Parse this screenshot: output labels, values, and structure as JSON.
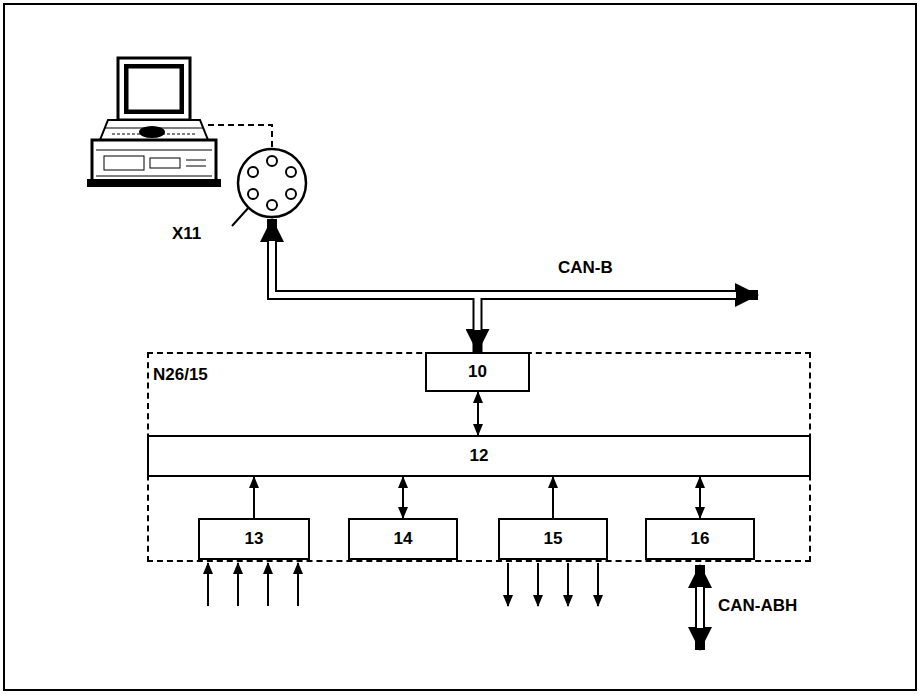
{
  "diagram": {
    "nodes": [
      {
        "text": [
          "X11"
        ]
      },
      {
        "text": [
          "N26/15"
        ]
      },
      {
        "text": [
          "10"
        ],
        "in": 1
      },
      {
        "text": [
          "12"
        ],
        "in": 1
      },
      {
        "text": [
          "13"
        ],
        "in": 1
      },
      {
        "text": [
          "14"
        ],
        "in": 1
      },
      {
        "text": [
          "15"
        ],
        "in": 1
      },
      {
        "text": [
          "16"
        ],
        "in": 1
      }
    ],
    "edges": [
      {
        "from": 0,
        "to": 2,
        "arrow": "both"
      },
      {
        "from": 2,
        "to": 3,
        "arrow": "both"
      },
      {
        "from": 4,
        "to": 3,
        "arrow": "to"
      },
      {
        "from": 5,
        "to": 3,
        "arrow": "both"
      },
      {
        "from": 6,
        "to": 3,
        "arrow": "to"
      },
      {
        "from": 7,
        "to": 3,
        "arrow": "both"
      }
    ],
    "labels": [
      "CAN-B",
      "CAN-ABH"
    ]
  }
}
